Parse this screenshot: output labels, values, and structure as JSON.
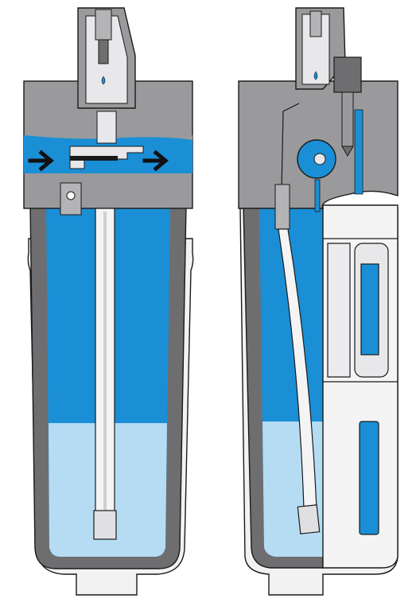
{
  "diagram": {
    "subject": "lubricator-cutaway",
    "views": [
      "sectional-view",
      "half-section-view"
    ],
    "colors": {
      "background": "#ffffff",
      "body_grey": "#9a9a9c",
      "body_grey_light": "#b4b4b6",
      "air_blue": "#1a8fd6",
      "oil_light": "#b6dcf3",
      "bowl_dark": "#6e6e70",
      "bowl_shell": "#e8e8ea",
      "outline": "#1a1a1a",
      "tube_white": "#f4f4f4",
      "sight_glass": "#1a8fd6"
    },
    "flow_arrows": [
      {
        "direction": "right",
        "icon": "arrow-right-icon"
      },
      {
        "direction": "right",
        "icon": "arrow-right-icon"
      }
    ],
    "oil_level": 0.28
  }
}
